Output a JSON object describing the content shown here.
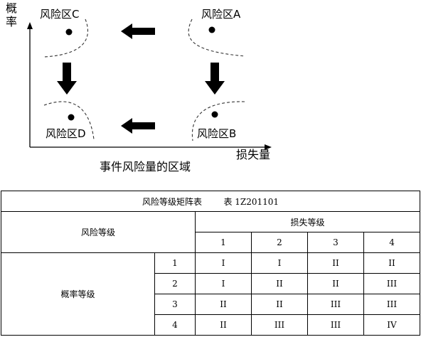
{
  "diagram": {
    "y_axis_label": "概率",
    "x_axis_label": "损失量",
    "caption": "事件风险量的区域",
    "zones": {
      "A": "风险区A",
      "B": "风险区B",
      "C": "风险区C",
      "D": "风险区D"
    }
  },
  "table": {
    "title": "风险等级矩阵表",
    "code": "表 1Z201101",
    "risk_level_header": "风险等级",
    "loss_level_header": "损失等级",
    "probability_level_header": "概率等级",
    "loss_levels": [
      "1",
      "2",
      "3",
      "4"
    ],
    "rows": [
      {
        "level": "1",
        "cells": [
          "I",
          "I",
          "II",
          "II"
        ]
      },
      {
        "level": "2",
        "cells": [
          "I",
          "II",
          "II",
          "III"
        ]
      },
      {
        "level": "3",
        "cells": [
          "II",
          "II",
          "III",
          "III"
        ]
      },
      {
        "level": "4",
        "cells": [
          "II",
          "III",
          "III",
          "IV"
        ]
      }
    ]
  }
}
